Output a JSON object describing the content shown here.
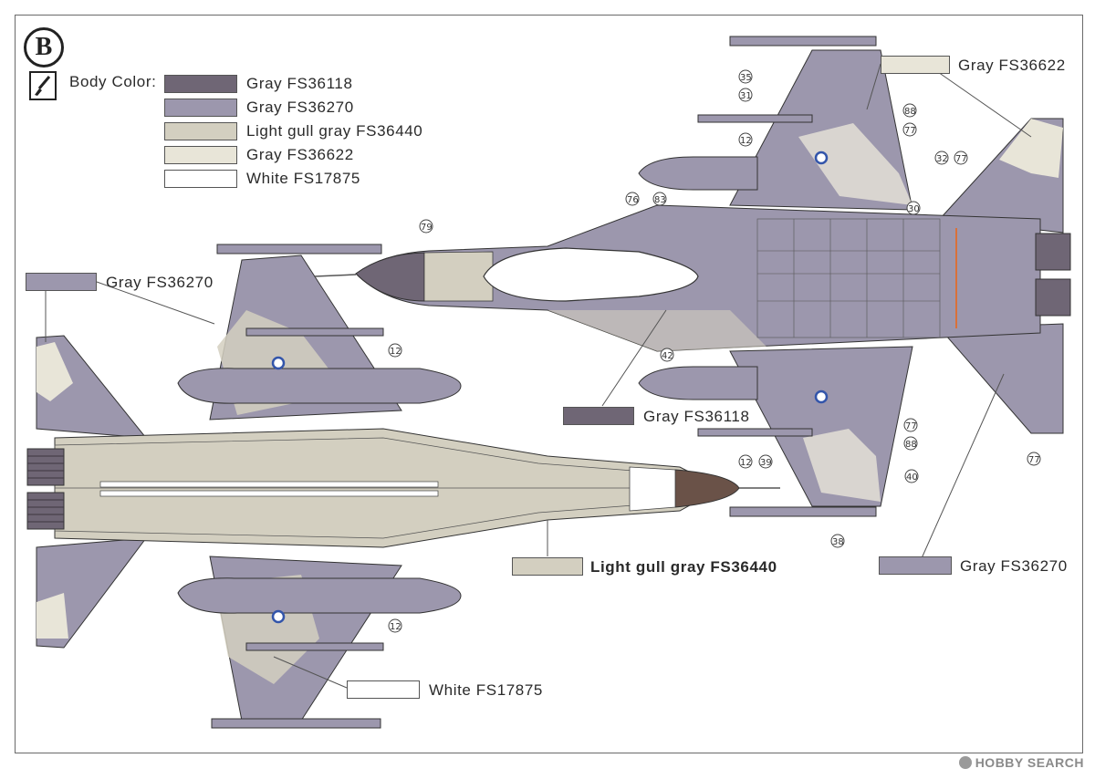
{
  "badge_letter": "B",
  "body_color_label": "Body Color:",
  "colors": {
    "FS36118": "#6f6675",
    "FS36270": "#9c97ad",
    "FS36440": "#d3cfc0",
    "FS36622": "#e8e5d8",
    "FS17875": "#ffffff",
    "nose": "#6a5248",
    "accent": "#d9713a"
  },
  "legend": [
    {
      "label": "Gray FS36118",
      "color_key": "FS36118"
    },
    {
      "label": "Gray FS36270",
      "color_key": "FS36270"
    },
    {
      "label": "Light gull gray FS36440",
      "color_key": "FS36440"
    },
    {
      "label": "Gray FS36622",
      "color_key": "FS36622"
    },
    {
      "label": "White FS17875",
      "color_key": "FS17875"
    }
  ],
  "callouts": {
    "left_top_gray": "Gray FS36270",
    "right_top_gray": "Gray FS36622",
    "mid_gray_dark": "Gray FS36118",
    "light_gull": "Light gull gray FS36440",
    "white": "White FS17875",
    "right_bottom_gray": "Gray FS36270"
  },
  "part_numbers": [
    "35",
    "31",
    "88",
    "77",
    "12",
    "32",
    "77",
    "76",
    "83",
    "30",
    "79",
    "12",
    "42",
    "77",
    "88",
    "12",
    "39",
    "40",
    "38",
    "77",
    "12"
  ],
  "watermark": "HOBBY SEARCH"
}
